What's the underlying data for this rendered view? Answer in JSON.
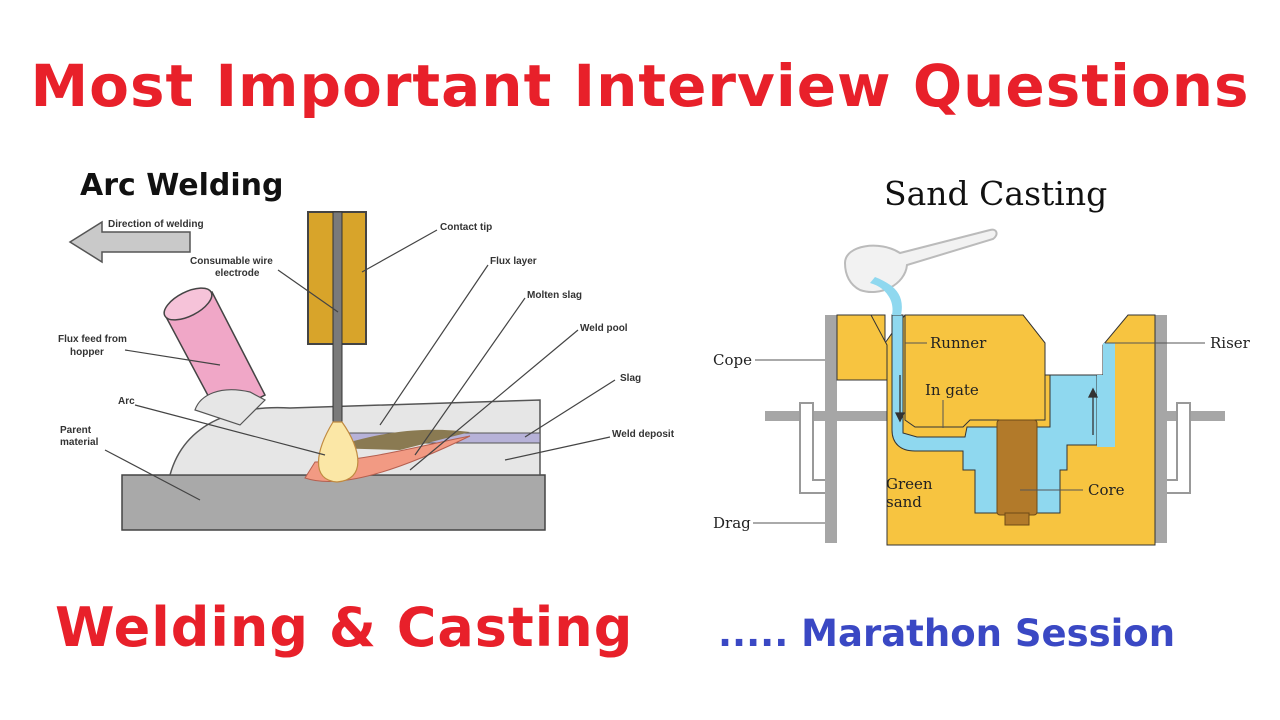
{
  "headline": "Most Important Interview Questions",
  "bottom_left": "Welding & Casting",
  "bottom_right": "..... Marathon Session",
  "arc_welding": {
    "title": "Arc Welding",
    "labels": {
      "direction": "Direction of welding",
      "contact_tip": "Contact tip",
      "consumable_1": "Consumable wire",
      "consumable_2": "electrode",
      "flux_layer": "Flux layer",
      "molten_slag": "Molten slag",
      "weld_pool": "Weld pool",
      "flux_feed_1": "Flux feed from",
      "flux_feed_2": "hopper",
      "arc": "Arc",
      "slag": "Slag",
      "parent_1": "Parent",
      "parent_2": "material",
      "weld_deposit": "Weld deposit"
    }
  },
  "sand_casting": {
    "title": "Sand Casting",
    "labels": {
      "runner": "Runner",
      "riser": "Riser",
      "cope": "Cope",
      "in_gate": "In gate",
      "green_1": "Green",
      "green_2": "sand",
      "core": "Core",
      "drag": "Drag"
    }
  },
  "colors": {
    "headline": "#e8202a",
    "session": "#3a48c4",
    "sand": "#f7c440",
    "molten_metal": "#8fd8ef",
    "core": "#b27a2a",
    "flux_hopper": "#f0a7c7",
    "weld_pool": "#f29a83"
  }
}
